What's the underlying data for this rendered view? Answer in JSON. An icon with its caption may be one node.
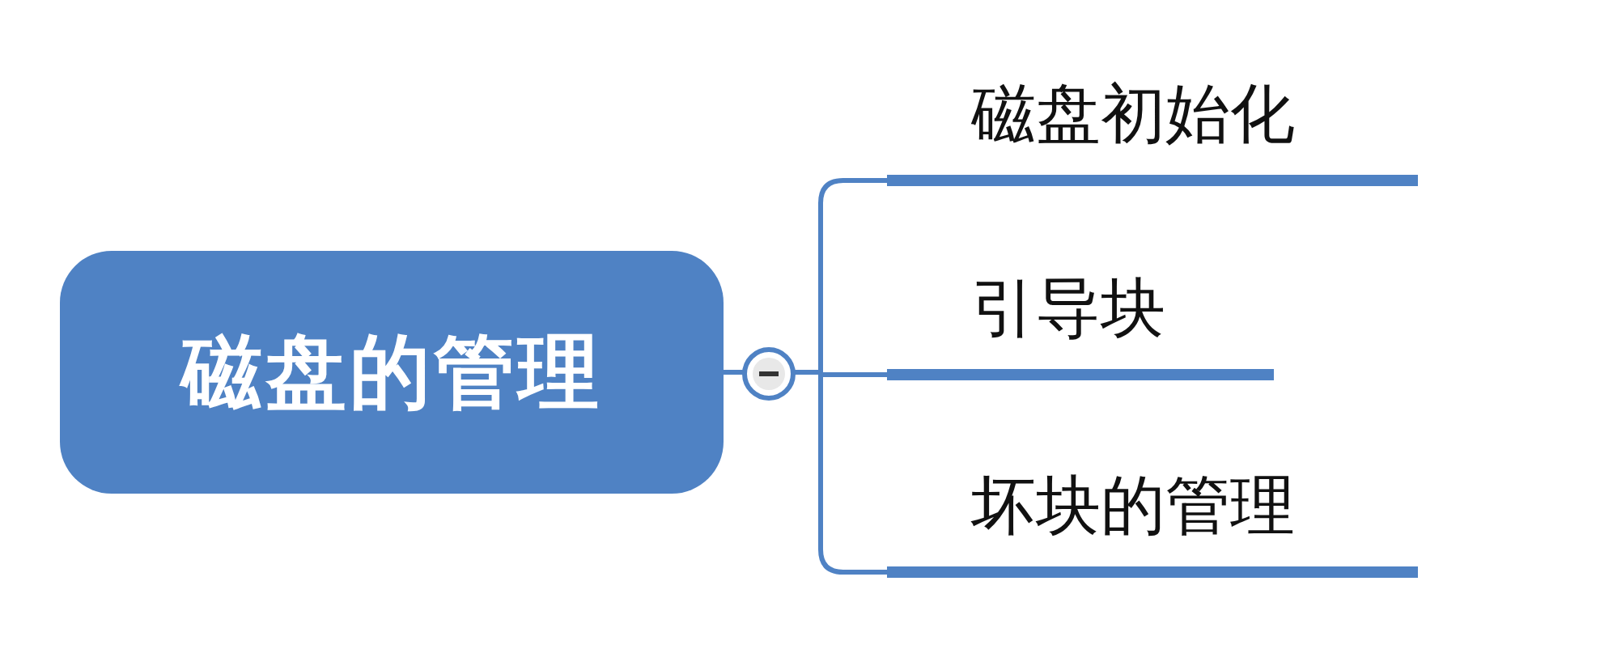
{
  "diagram": {
    "nodes": [
      {
        "text": [
          "磁盘的管理"
        ]
      },
      {
        "text": [
          "磁盘初始化"
        ]
      },
      {
        "text": [
          "引导块"
        ]
      },
      {
        "text": [
          "坏块的管理"
        ]
      }
    ],
    "edges": [
      {
        "from": 0,
        "to": 1,
        "arrow": "none"
      },
      {
        "from": 0,
        "to": 2,
        "arrow": "none"
      },
      {
        "from": 0,
        "to": 3,
        "arrow": "none"
      }
    ]
  }
}
